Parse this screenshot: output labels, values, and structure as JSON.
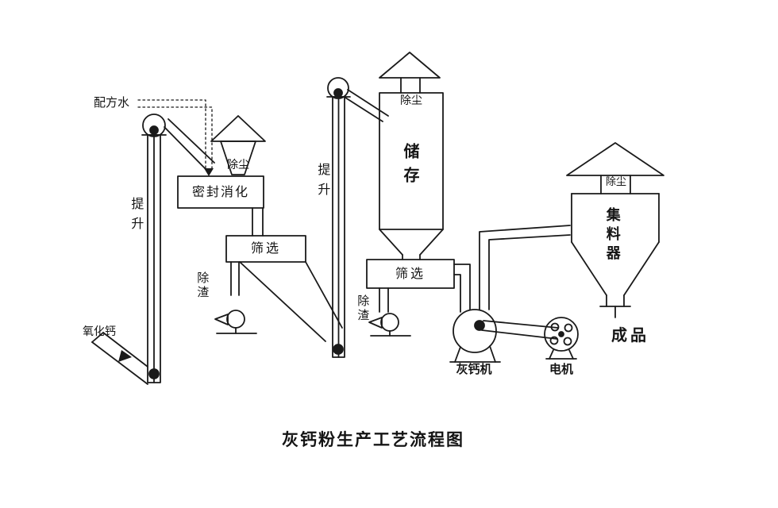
{
  "title": "灰钙粉生产工艺流程图",
  "labels": {
    "formula_water": "配方水",
    "lift1": "提升",
    "calcium_oxide": "氧化钙",
    "dust1": "除尘",
    "sealed_digestion": "密封消化",
    "screen1": "筛选",
    "slag1": "除渣",
    "lift2": "提升",
    "dust2": "除尘",
    "storage": "储存",
    "screen2": "筛选",
    "slag2": "除渣",
    "lime_machine": "灰钙机",
    "motor": "电机",
    "dust3": "除尘",
    "collector": "集料器",
    "product": "成品"
  }
}
